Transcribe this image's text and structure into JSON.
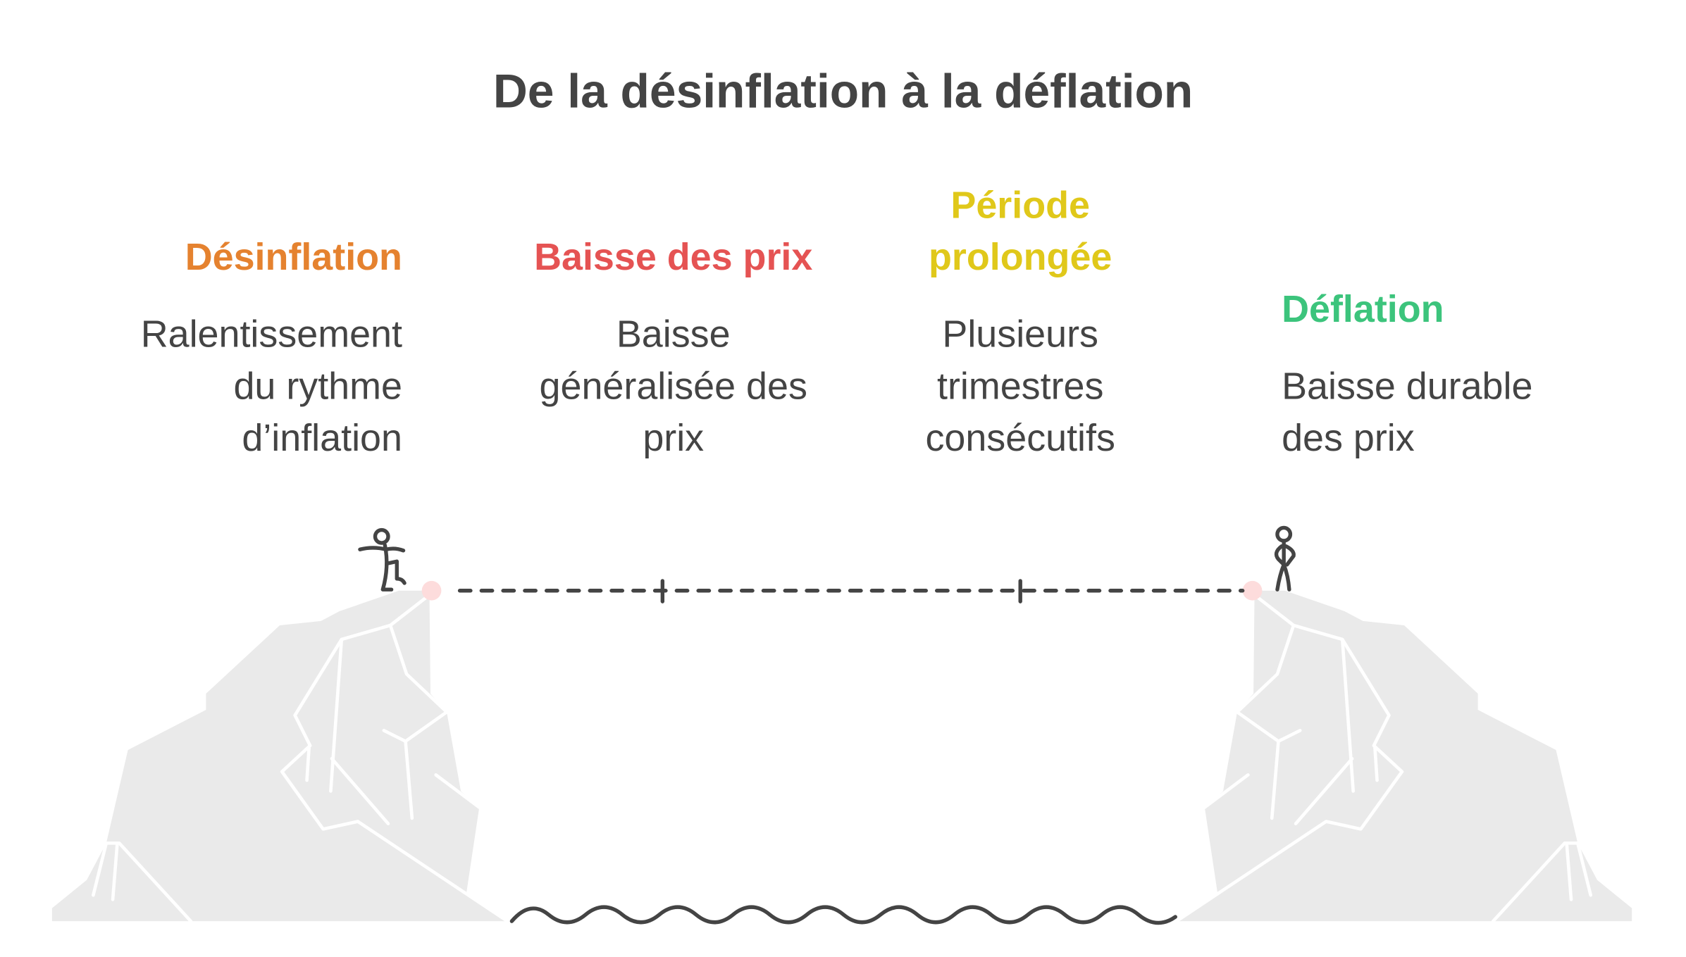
{
  "title": "De la désinflation à la déflation",
  "stages": [
    {
      "heading": "Désinflation",
      "lines": [
        "Ralentissement",
        "du rythme",
        "d’inflation"
      ],
      "color": "#E5822F"
    },
    {
      "heading": "Baisse des prix",
      "lines": [
        "Baisse",
        "généralisée des",
        "prix"
      ],
      "color": "#E55353"
    },
    {
      "heading_lines": [
        "Période",
        "prolongée"
      ],
      "lines": [
        "Plusieurs",
        "trimestres",
        "consécutifs"
      ],
      "color": "#E0C81A"
    },
    {
      "heading": "Déflation",
      "lines": [
        "Baisse durable",
        "des prix"
      ],
      "color": "#3CC47C"
    }
  ],
  "icons": [
    "stick-figure-walking-icon",
    "stick-figure-standing-icon",
    "cliff-left",
    "cliff-right",
    "water-wave"
  ]
}
